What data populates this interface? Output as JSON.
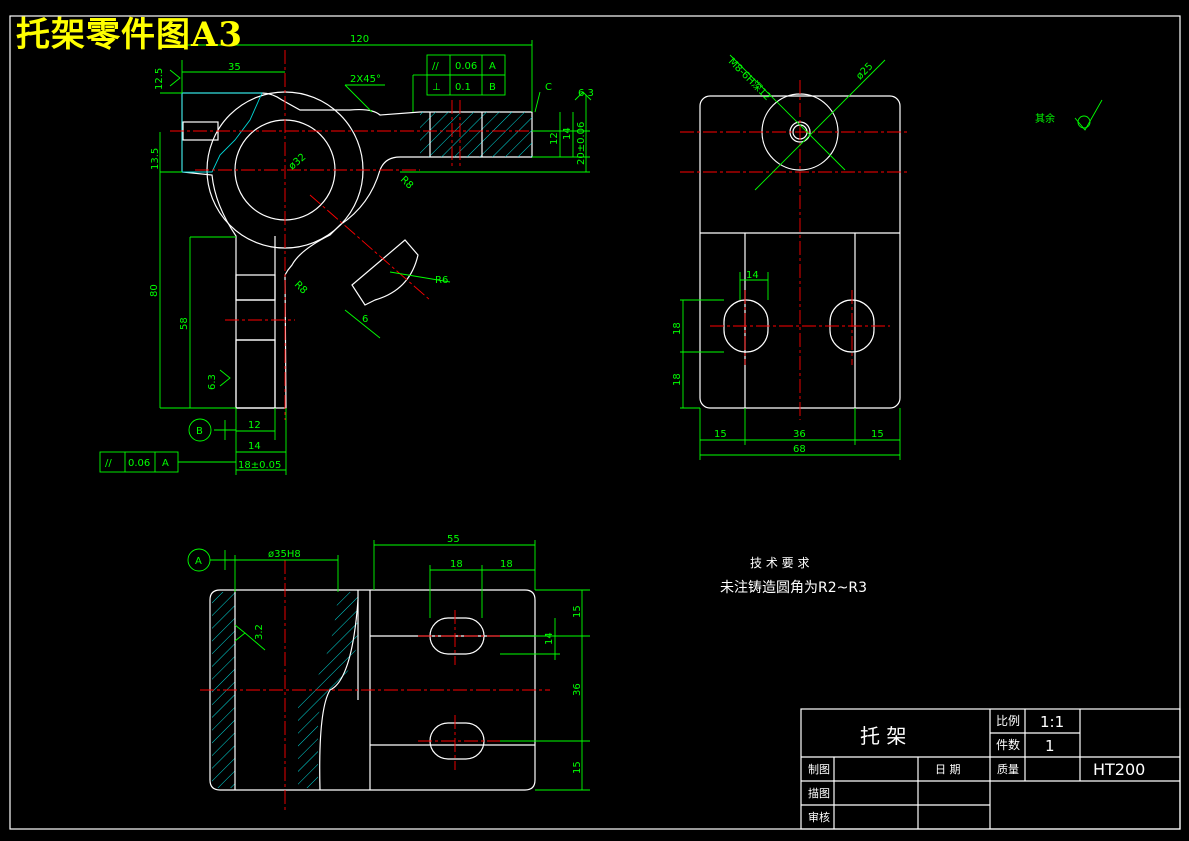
{
  "drawing_title": "托架零件图A3",
  "colors": {
    "outline": "#ffffff",
    "dimension": "#00ff00",
    "centerline": "#ff0000",
    "hatch": "#00d8d8",
    "title": "#ffff00"
  },
  "front_view": {
    "dims": {
      "d120": "120",
      "d35": "35",
      "d12_5": "12.5",
      "d13_5": "13.5",
      "d80": "80",
      "d58": "58",
      "d12": "12",
      "d14": "14",
      "d18t": "18±0.05",
      "chamfer": "2X45°",
      "r8a": "R8",
      "r8b": "R8",
      "r6": "R6",
      "d6": "6",
      "d32": "ø32",
      "d12r": "12",
      "d14r": "14",
      "d20": "20±0.06",
      "surf1": "6.3",
      "surf2": "6.3",
      "c": "C"
    },
    "tolerance_frame": {
      "r1": [
        "//",
        "0.06",
        "A"
      ],
      "r2": [
        "⊥",
        "0.1",
        "B"
      ]
    },
    "tolerance_frame2": [
      "//",
      "0.06",
      "A"
    ],
    "datum_b": "B"
  },
  "side_view": {
    "dims": {
      "thread": "M8-6H深12",
      "d25": "ø25",
      "d14": "14",
      "d18a": "18",
      "d18b": "18",
      "d15a": "15",
      "d36": "36",
      "d15b": "15",
      "d68": "68"
    }
  },
  "top_view": {
    "dims": {
      "d35h8": "ø35H8",
      "d55": "55",
      "d18a": "18",
      "d18b": "18",
      "d15a": "15",
      "d14": "14",
      "d36": "36",
      "d15b": "15",
      "surf": "3.2"
    },
    "datum_a": "A"
  },
  "roughness_note": {
    "label": "其余",
    "value": "✓"
  },
  "tech_req": {
    "title": "技 术 要 求",
    "line": "未注铸造圆角为R2~R3"
  },
  "title_block": {
    "part_name": "托 架",
    "scale_label": "比例",
    "scale_value": "1:1",
    "qty_label": "件数",
    "qty_value": "1",
    "drawn_label": "制图",
    "date_label": "日 期",
    "mass_label": "质量",
    "material": "HT200",
    "traced_label": "描图",
    "checked_label": "审核"
  }
}
